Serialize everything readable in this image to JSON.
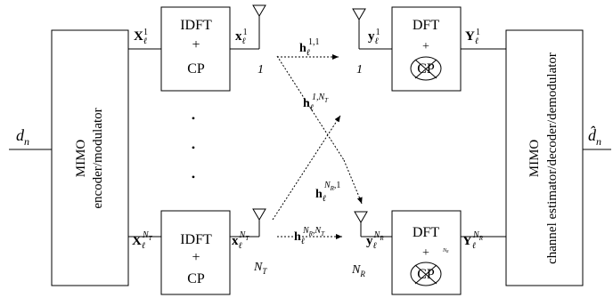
{
  "input": {
    "symbol": "d",
    "sub": "n"
  },
  "output": {
    "symbol": "d̂",
    "sub": "n"
  },
  "encoder": {
    "line1": "MIMO",
    "line2": "encoder/modulator"
  },
  "decoder": {
    "line1": "MIMO",
    "line2": "channel estimator/decoder/demodulator"
  },
  "tx_top": {
    "freq": {
      "base": "X",
      "sub": "ℓ",
      "sup": "1"
    },
    "block": {
      "line1": "IDFT",
      "line2": "+",
      "line3": "CP"
    },
    "time": {
      "base": "x",
      "sub": "ℓ",
      "sup": "1"
    },
    "antenna": "1"
  },
  "tx_bottom": {
    "freq": {
      "base": "X",
      "sub": "ℓ",
      "sup": "N",
      "supsub": "T"
    },
    "block": {
      "line1": "IDFT",
      "line2": "+",
      "line3": "CP"
    },
    "time": {
      "base": "x",
      "sub": "ℓ",
      "sup": "N",
      "supsub": "T"
    },
    "antenna": {
      "base": "N",
      "sub": "T"
    }
  },
  "rx_top": {
    "time": {
      "base": "y",
      "sub": "ℓ",
      "sup": "1"
    },
    "block": {
      "line1": "DFT",
      "line2": "+",
      "line3": "CP"
    },
    "freq": {
      "base": "Y",
      "sub": "ℓ",
      "sup": "1"
    },
    "antenna": "1"
  },
  "rx_bottom": {
    "time": {
      "base": "y",
      "sub": "ℓ",
      "sup": "N",
      "supsub": "R"
    },
    "block": {
      "line1": "DFT",
      "line2": "+",
      "line3": "CP",
      "tiny": "N",
      "tinysub": "R"
    },
    "freq": {
      "base": "Y",
      "sub": "ℓ",
      "sup": "N",
      "supsub": "R"
    },
    "antenna": {
      "base": "N",
      "sub": "R"
    }
  },
  "channels": {
    "h11": {
      "base": "h",
      "sub": "ℓ",
      "sup": "1,1"
    },
    "h1NT": {
      "base": "h",
      "sub": "ℓ",
      "sup": "1,N",
      "supsub": "T"
    },
    "hNR1": {
      "base": "h",
      "sub": "ℓ",
      "sup": "N",
      "supsub": "R",
      "suptail": ",1"
    },
    "hNRNT": {
      "base": "h",
      "sub": "ℓ",
      "sup": "N",
      "supsub": "R",
      "suptail": ",N",
      "supsub2": "T"
    }
  },
  "ellipsis_dot": "•"
}
